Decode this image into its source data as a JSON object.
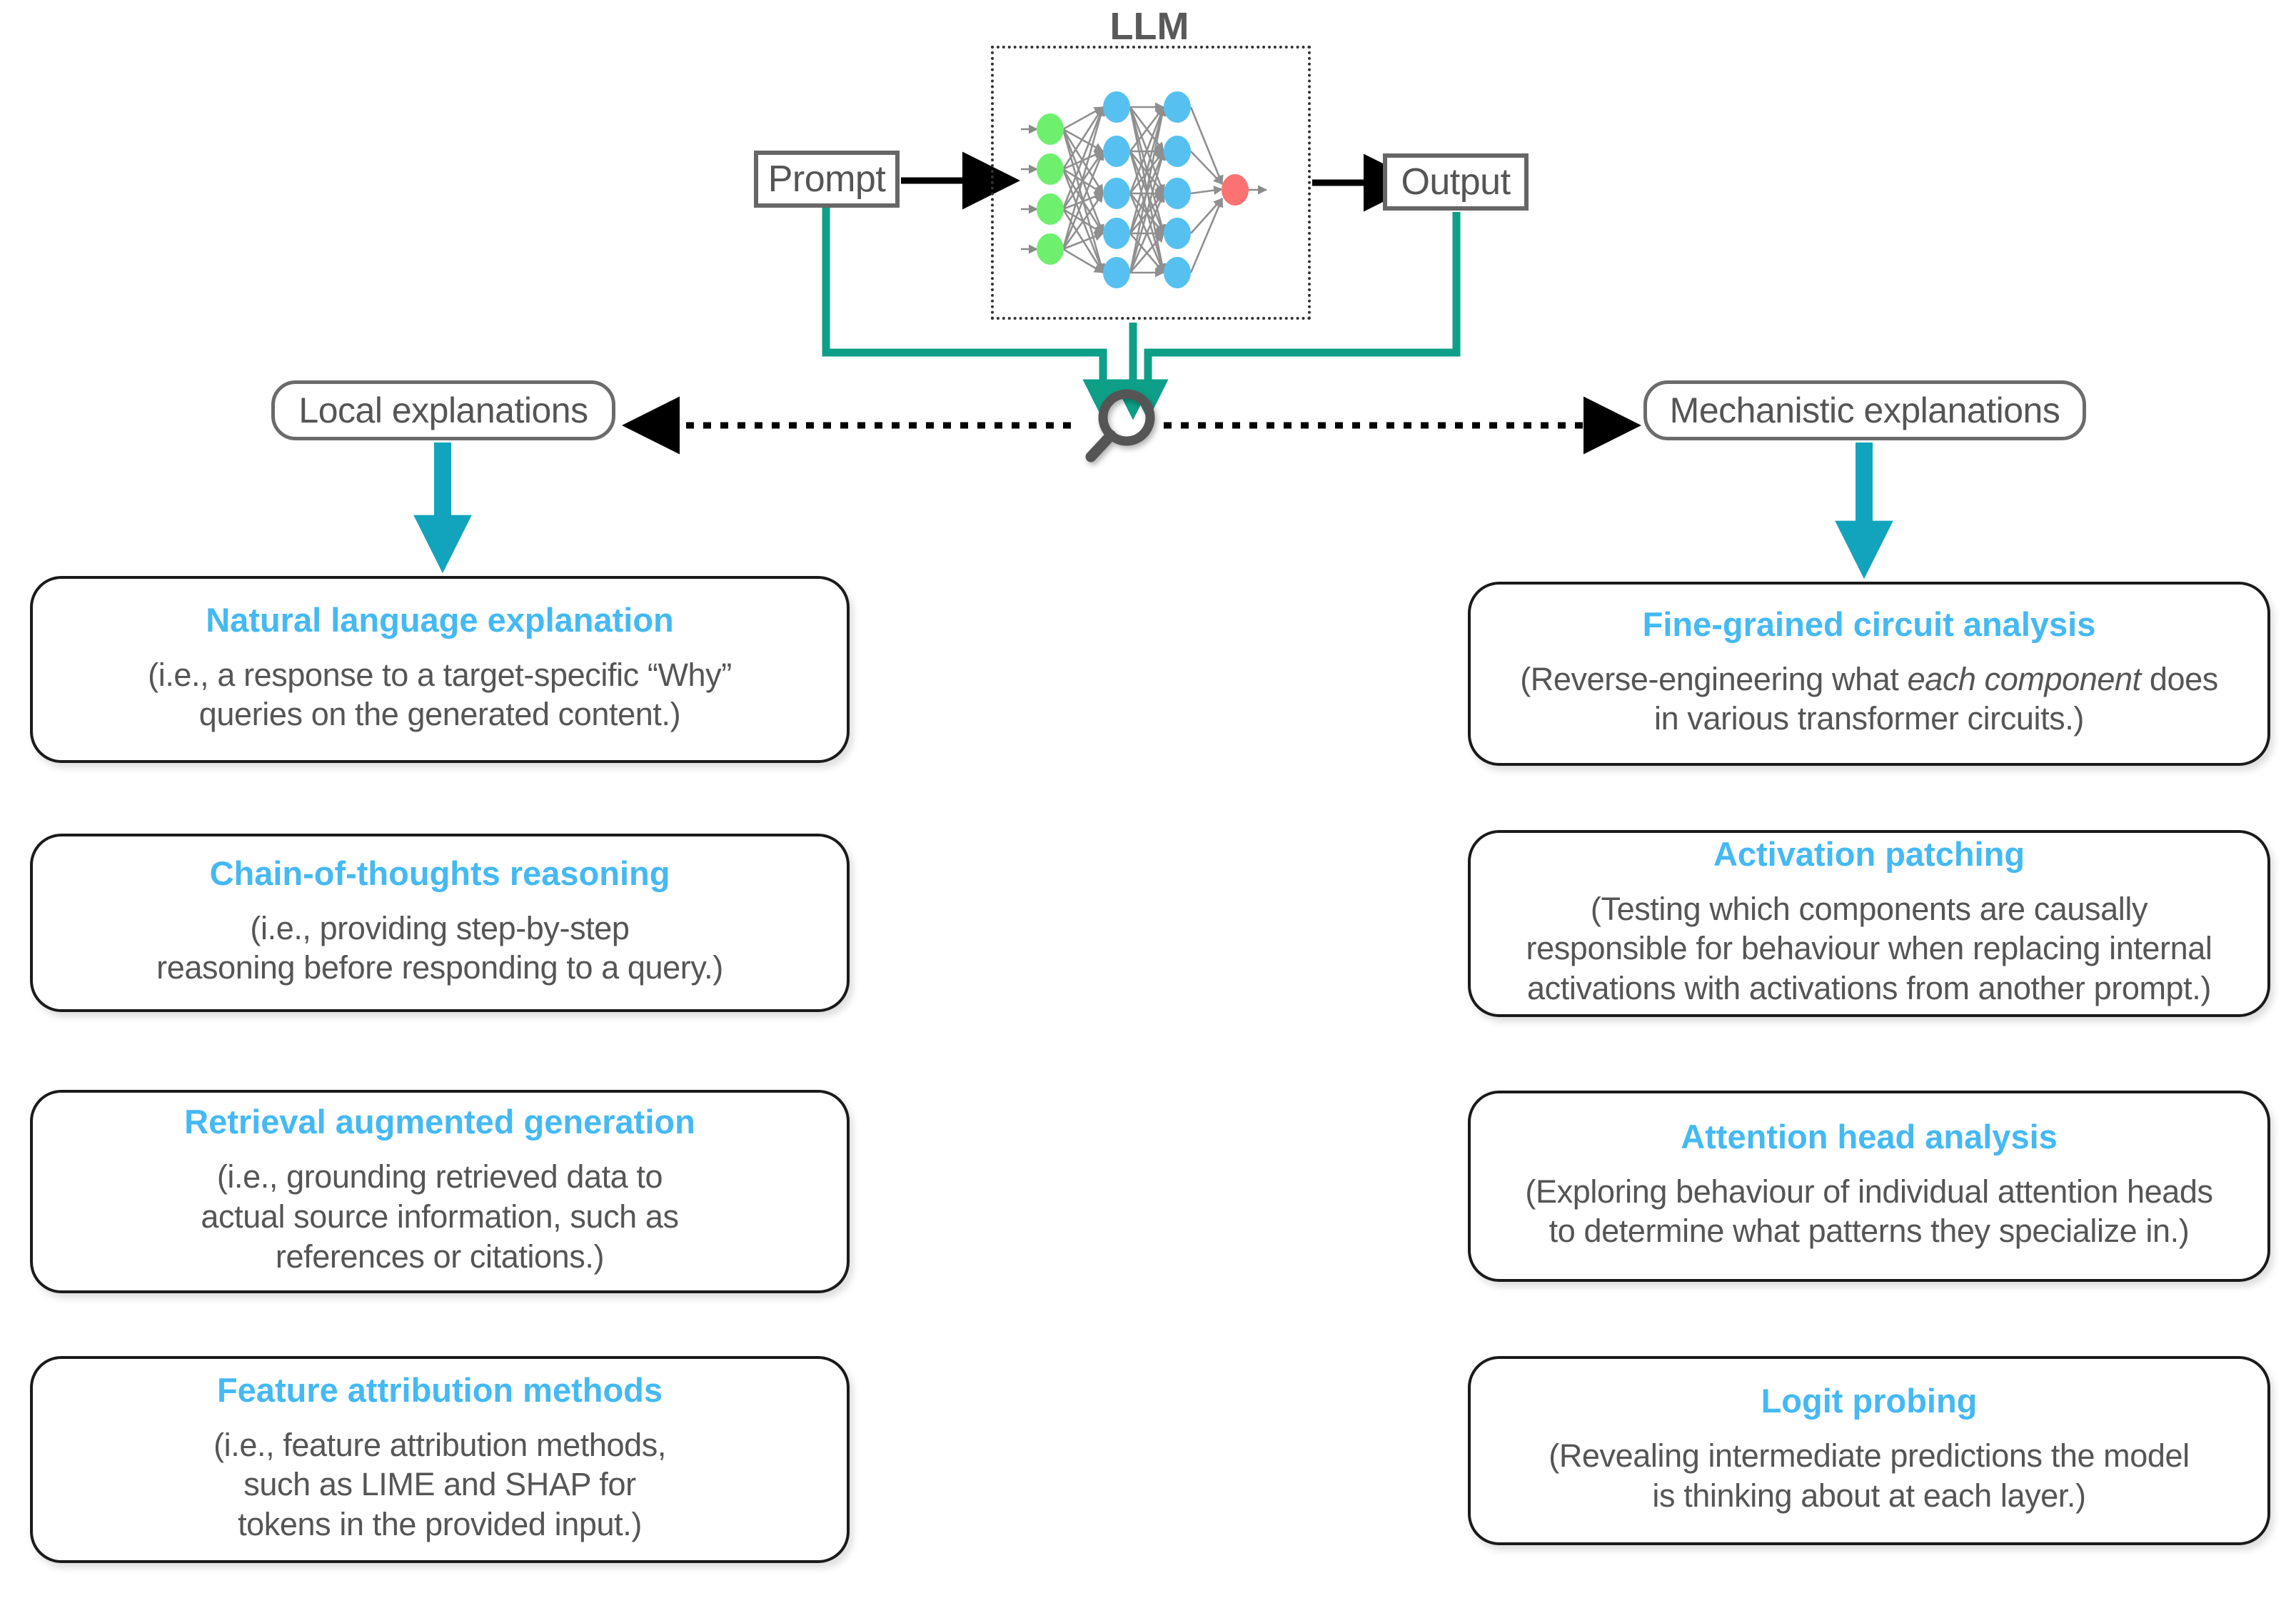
{
  "diagram": {
    "llm_title": "LLM",
    "prompt_label": "Prompt",
    "output_label": "Output",
    "magnifier_icon": "magnifying-glass-icon",
    "branch_left_label": "Local explanations",
    "branch_right_label": "Mechanistic explanations",
    "colors": {
      "teal_flow": "#0d9f87",
      "branch_arrow": "#12a4bd",
      "card_title": "#44b9f3",
      "body_text": "#555555",
      "input_node": "#6ef06e",
      "hidden_node": "#56c1f0",
      "output_node": "#fa7272",
      "box_border": "#666666"
    },
    "network": {
      "input_nodes": 4,
      "hidden_layer_1_nodes": 5,
      "hidden_layer_2_nodes": 5,
      "output_nodes": 1
    }
  },
  "left_column": {
    "cards": [
      {
        "title": "Natural language explanation",
        "lines": [
          "(i.e., a response to a target-specific “Why”",
          "queries on the generated content.)"
        ]
      },
      {
        "title": "Chain-of-thoughts reasoning",
        "lines": [
          "(i.e., providing step-by-step",
          "reasoning before responding to a query.)"
        ]
      },
      {
        "title": "Retrieval augmented generation",
        "lines": [
          "(i.e., grounding retrieved data to",
          "actual source information, such as",
          "references or citations.)"
        ]
      },
      {
        "title": "Feature attribution methods",
        "lines": [
          "(i.e., feature attribution methods,",
          "such as LIME and SHAP for",
          "tokens in the provided input.)"
        ]
      }
    ]
  },
  "right_column": {
    "cards": [
      {
        "title": "Fine-grained circuit analysis",
        "lines": [
          "(Reverse-engineering what ",
          "each component",
          " does",
          "in various transformer circuits.)"
        ],
        "italic_segment": "each component"
      },
      {
        "title": "Activation patching",
        "lines": [
          "(Testing which components are causally",
          "responsible for behaviour when replacing internal",
          "activations with activations from another prompt.)"
        ]
      },
      {
        "title": "Attention head analysis",
        "lines": [
          "(Exploring behaviour of individual attention heads",
          "to determine what patterns they specialize in.)"
        ]
      },
      {
        "title": "Logit probing",
        "lines": [
          "(Revealing intermediate predictions the model",
          "is thinking about at each layer.)"
        ]
      }
    ]
  }
}
